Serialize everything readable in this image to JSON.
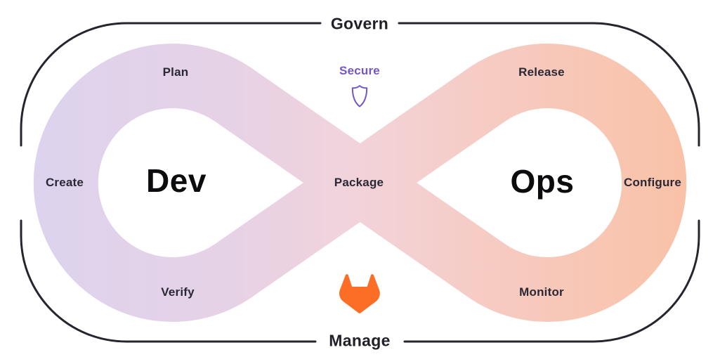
{
  "diagram": {
    "type": "devops-infinity-loop",
    "govern": "Govern",
    "manage": "Manage",
    "secure": "Secure",
    "package": "Package",
    "dev": {
      "title": "Dev",
      "plan": "Plan",
      "create": "Create",
      "verify": "Verify"
    },
    "ops": {
      "title": "Ops",
      "release": "Release",
      "configure": "Configure",
      "monitor": "Monitor"
    }
  },
  "icons": {
    "shield": "shield-outline-icon",
    "gitlab": "gitlab-tanuki-logo"
  },
  "colors": {
    "accent_purple": "#7456c8",
    "accent_orange": "#fc6d26",
    "ribbon_left": "#ddd3ee",
    "ribbon_center": "#f2d3da",
    "ribbon_right": "#f9c2a7",
    "outline_dark": "#27242e",
    "label_dark": "#2b2836"
  }
}
